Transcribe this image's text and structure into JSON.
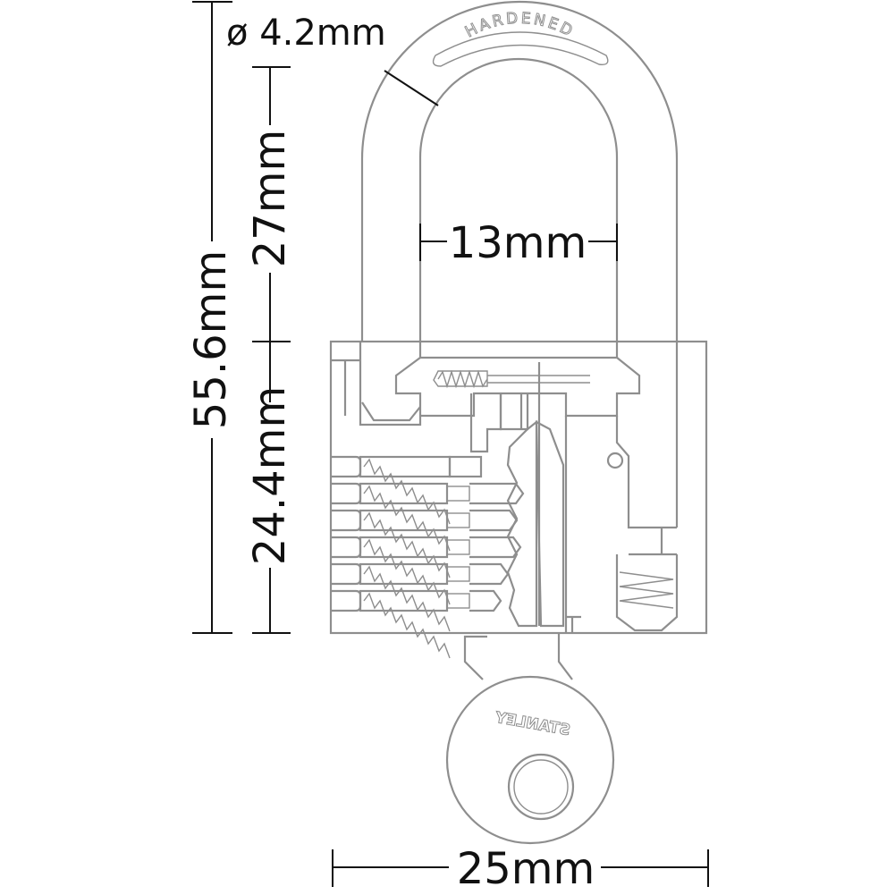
{
  "title": "Padlock dimension diagram",
  "dimensions": {
    "shackle_diameter": "ø 4.2mm",
    "overall_height": "55.6mm",
    "shackle_clearance": "27mm",
    "body_height": "24.4mm",
    "shackle_inner_width": "13mm",
    "body_width": "25mm"
  },
  "engravings": {
    "shackle": "HARDENED",
    "key": "STANLEY"
  },
  "colors": {
    "outline": "#8e8e8e",
    "dimension": "#111111"
  }
}
